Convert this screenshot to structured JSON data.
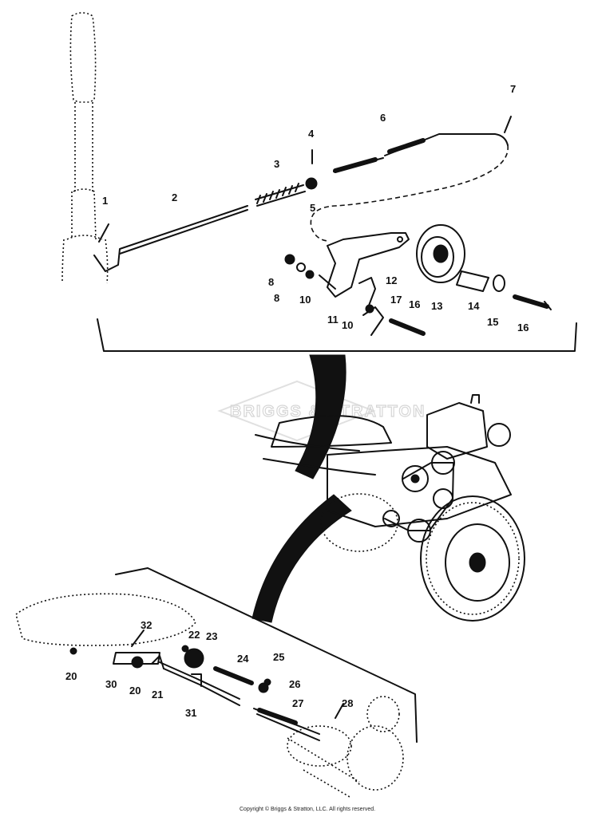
{
  "watermark": "BRIGGS & STRATTON",
  "copyright": "Copyright © Briggs & Stratton, LLC. All rights reserved.",
  "callouts": [
    {
      "id": "c1",
      "label": "1"
    },
    {
      "id": "c2",
      "label": "2"
    },
    {
      "id": "c3",
      "label": "3"
    },
    {
      "id": "c4",
      "label": "4"
    },
    {
      "id": "c5",
      "label": "5"
    },
    {
      "id": "c6",
      "label": "6"
    },
    {
      "id": "c7",
      "label": "7"
    },
    {
      "id": "c8a",
      "label": "8"
    },
    {
      "id": "c8b",
      "label": "8"
    },
    {
      "id": "c10a",
      "label": "10"
    },
    {
      "id": "c10b",
      "label": "10"
    },
    {
      "id": "c11",
      "label": "11"
    },
    {
      "id": "c12",
      "label": "12"
    },
    {
      "id": "c13",
      "label": "13"
    },
    {
      "id": "c14",
      "label": "14"
    },
    {
      "id": "c15",
      "label": "15"
    },
    {
      "id": "c16a",
      "label": "16"
    },
    {
      "id": "c16b",
      "label": "16"
    },
    {
      "id": "c17",
      "label": "17"
    },
    {
      "id": "c20a",
      "label": "20"
    },
    {
      "id": "c20b",
      "label": "20"
    },
    {
      "id": "c21",
      "label": "21"
    },
    {
      "id": "c22",
      "label": "22"
    },
    {
      "id": "c23",
      "label": "23"
    },
    {
      "id": "c24",
      "label": "24"
    },
    {
      "id": "c25",
      "label": "25"
    },
    {
      "id": "c26",
      "label": "26"
    },
    {
      "id": "c27",
      "label": "27"
    },
    {
      "id": "c28",
      "label": "28"
    },
    {
      "id": "c30",
      "label": "30"
    },
    {
      "id": "c31",
      "label": "31"
    },
    {
      "id": "c32",
      "label": "32"
    }
  ]
}
